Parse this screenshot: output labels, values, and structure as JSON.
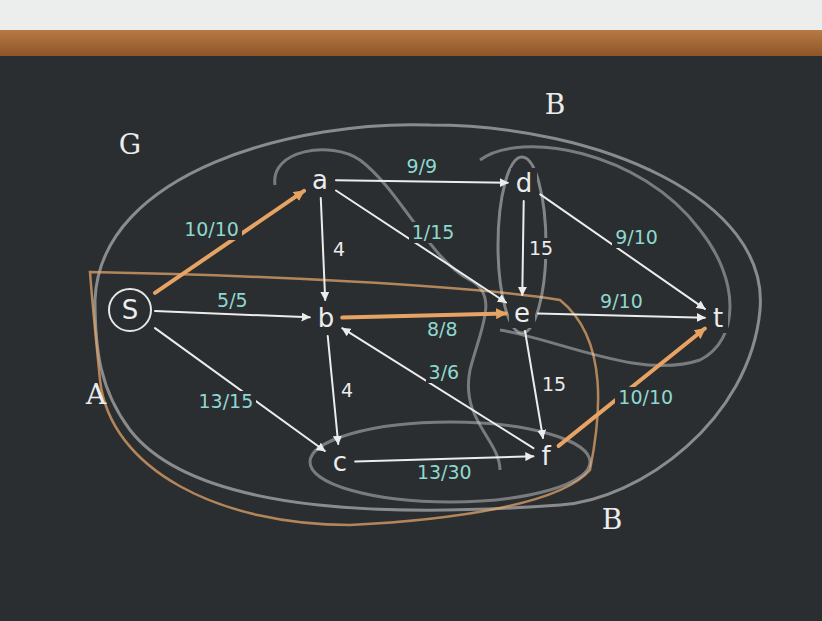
{
  "diagram": {
    "nodes": [
      {
        "text": [
          "S"
        ]
      },
      {
        "text": [
          "a"
        ]
      },
      {
        "text": [
          "b"
        ]
      },
      {
        "text": [
          "c"
        ]
      },
      {
        "text": [
          "d"
        ]
      },
      {
        "text": [
          "e"
        ]
      },
      {
        "text": [
          "f"
        ]
      },
      {
        "text": [
          "t"
        ]
      }
    ],
    "edges": [
      {
        "from": 0,
        "to": 1,
        "arrow": "to",
        "label": "10/10"
      },
      {
        "from": 0,
        "to": 2,
        "arrow": "to",
        "label": "5/5"
      },
      {
        "from": 0,
        "to": 3,
        "arrow": "to",
        "label": "13/15"
      },
      {
        "from": 1,
        "to": 4,
        "arrow": "to",
        "label": "9/9"
      },
      {
        "from": 1,
        "to": 5,
        "arrow": "to",
        "label": "1/15"
      },
      {
        "from": 1,
        "to": 2,
        "arrow": "to",
        "label": "4"
      },
      {
        "from": 2,
        "to": 5,
        "arrow": "to",
        "label": "8/8"
      },
      {
        "from": 2,
        "to": 3,
        "arrow": "to",
        "label": "4"
      },
      {
        "from": 4,
        "to": 5,
        "arrow": "to",
        "label": "15"
      },
      {
        "from": 4,
        "to": 7,
        "arrow": "to",
        "label": "9/10"
      },
      {
        "from": 5,
        "to": 7,
        "arrow": "to",
        "label": "9/10"
      },
      {
        "from": 5,
        "to": 6,
        "arrow": "to",
        "label": "15"
      },
      {
        "from": 6,
        "to": 2,
        "arrow": "to",
        "label": "3/6"
      },
      {
        "from": 3,
        "to": 6,
        "arrow": "to",
        "label": "13/30"
      },
      {
        "from": 6,
        "to": 7,
        "arrow": "to",
        "label": "10/10"
      }
    ],
    "labels": [
      "G",
      "A",
      "B",
      "B"
    ]
  }
}
